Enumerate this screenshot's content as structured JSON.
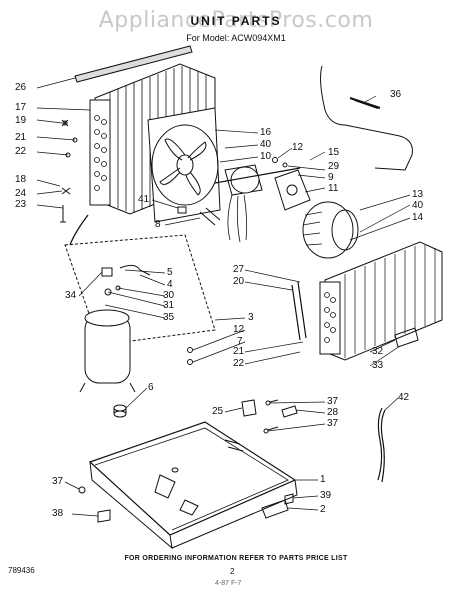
{
  "watermark": "AppliancePartsPros.com",
  "header": {
    "title": "UNIT PARTS",
    "model_line": "For Model: ACW094XM1"
  },
  "footer": {
    "order_note": "FOR ORDERING INFORMATION REFER TO PARTS PRICE LIST",
    "doc_number": "789436",
    "page_number": "2",
    "scan_mark": "4-87  F-7"
  },
  "callouts": [
    {
      "id": "26",
      "label": "26"
    },
    {
      "id": "17",
      "label": "17"
    },
    {
      "id": "19",
      "label": "19"
    },
    {
      "id": "21a",
      "label": "21"
    },
    {
      "id": "22a",
      "label": "22"
    },
    {
      "id": "18",
      "label": "18"
    },
    {
      "id": "24",
      "label": "24"
    },
    {
      "id": "23",
      "label": "23"
    },
    {
      "id": "16",
      "label": "16"
    },
    {
      "id": "40a",
      "label": "40"
    },
    {
      "id": "10",
      "label": "10"
    },
    {
      "id": "36",
      "label": "36"
    },
    {
      "id": "12a",
      "label": "12"
    },
    {
      "id": "15",
      "label": "15"
    },
    {
      "id": "29",
      "label": "29"
    },
    {
      "id": "9",
      "label": "9"
    },
    {
      "id": "11",
      "label": "11"
    },
    {
      "id": "41",
      "label": "41"
    },
    {
      "id": "8",
      "label": "8"
    },
    {
      "id": "13",
      "label": "13"
    },
    {
      "id": "40b",
      "label": "40"
    },
    {
      "id": "14",
      "label": "14"
    },
    {
      "id": "27",
      "label": "27"
    },
    {
      "id": "20",
      "label": "20"
    },
    {
      "id": "5",
      "label": "5"
    },
    {
      "id": "4",
      "label": "4"
    },
    {
      "id": "30",
      "label": "30"
    },
    {
      "id": "34",
      "label": "34"
    },
    {
      "id": "31",
      "label": "31"
    },
    {
      "id": "35",
      "label": "35"
    },
    {
      "id": "3",
      "label": "3"
    },
    {
      "id": "12b",
      "label": "12"
    },
    {
      "id": "7",
      "label": "7"
    },
    {
      "id": "21b",
      "label": "21"
    },
    {
      "id": "22b",
      "label": "22"
    },
    {
      "id": "32",
      "label": "32"
    },
    {
      "id": "33",
      "label": "33"
    },
    {
      "id": "6",
      "label": "6"
    },
    {
      "id": "25",
      "label": "25"
    },
    {
      "id": "37a",
      "label": "37"
    },
    {
      "id": "28",
      "label": "28"
    },
    {
      "id": "37b",
      "label": "37"
    },
    {
      "id": "42",
      "label": "42"
    },
    {
      "id": "1",
      "label": "1"
    },
    {
      "id": "37c",
      "label": "37"
    },
    {
      "id": "39",
      "label": "39"
    },
    {
      "id": "38",
      "label": "38"
    },
    {
      "id": "2",
      "label": "2"
    }
  ]
}
